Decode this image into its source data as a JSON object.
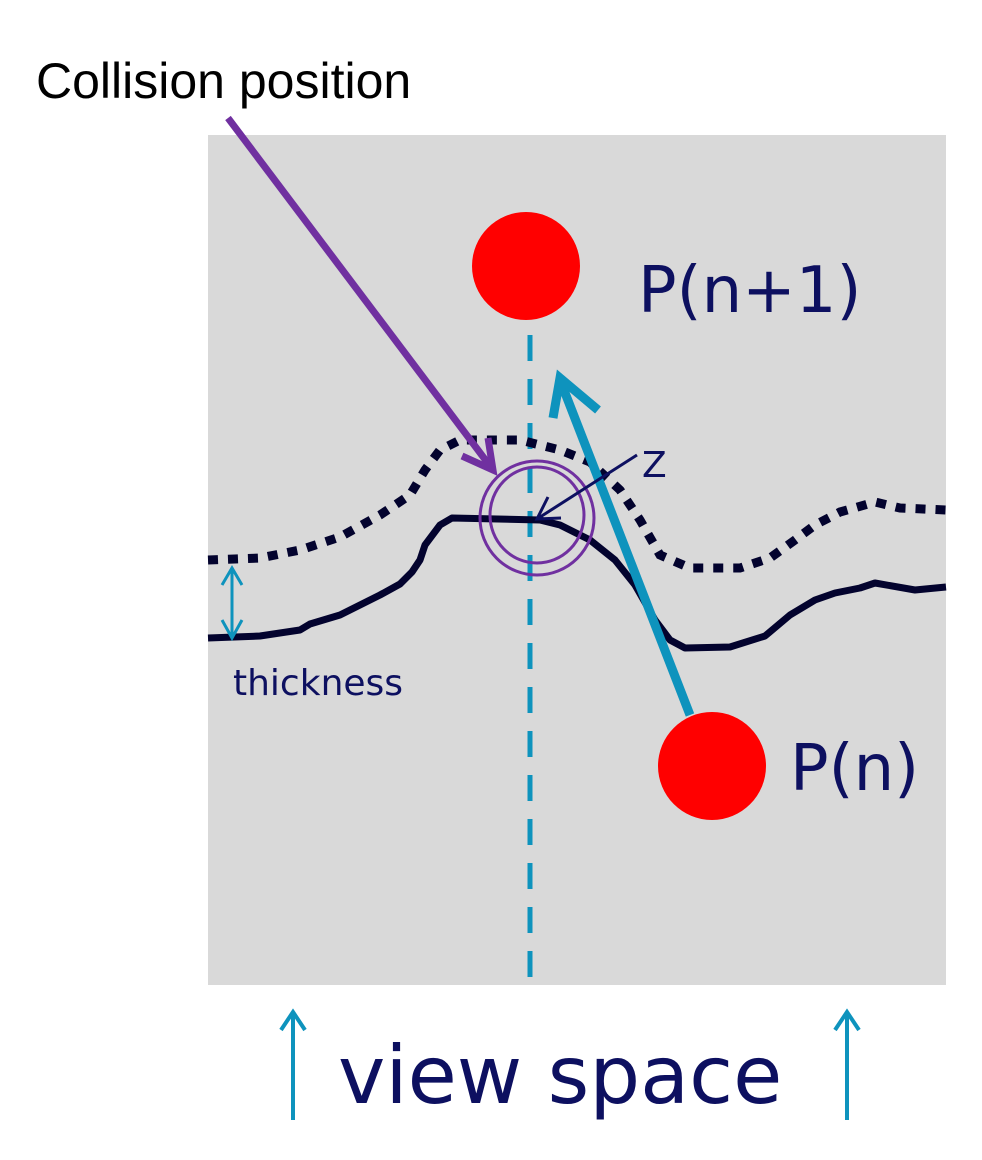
{
  "labels": {
    "collision_position": "Collision position",
    "p_next": "P(n+1)",
    "p_current": "P(n)",
    "z": "Z",
    "thickness": "thickness",
    "view_space": "view space"
  },
  "colors": {
    "background_panel": "#d9d9d9",
    "depth_surface": "#03032e",
    "ray": "#0e93bd",
    "collision_marker": "#7030a0",
    "points": "#ff0000",
    "text": "#0d1060"
  }
}
